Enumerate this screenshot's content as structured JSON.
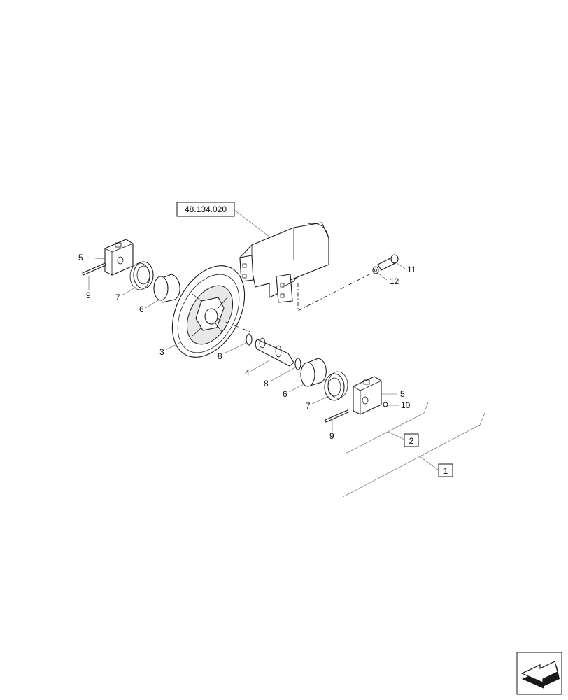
{
  "reference_box": "48.134.020",
  "callouts": {
    "c5a": "5",
    "c9a": "9",
    "c7a": "7",
    "c6a": "6",
    "c3": "3",
    "c8a": "8",
    "c4": "4",
    "c8b": "8",
    "c6b": "6",
    "c7b": "7",
    "c9b": "9",
    "c5b": "5",
    "c10": "10",
    "c11": "11",
    "c12": "12"
  },
  "group_boxes": {
    "g2": "2",
    "g1": "1"
  },
  "icons": {
    "nav": "next-page-arrow-icon"
  }
}
